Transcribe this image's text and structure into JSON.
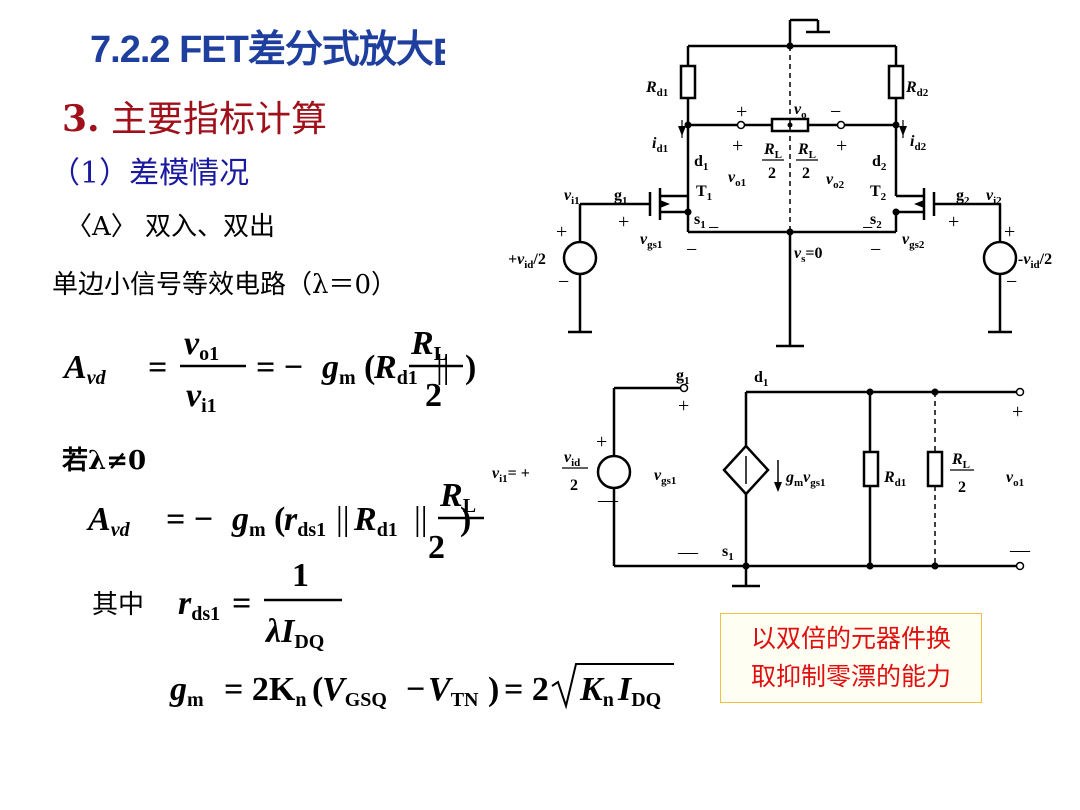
{
  "title": "7.2.2 FET差分式放大",
  "section": {
    "number": "3.",
    "title": "主要指标计算"
  },
  "subsection": "（1）差模情况",
  "case_label": "〈A〉 双入、双出",
  "circuit_label": "单边小信号等效电路（λ＝0）",
  "if_label": "若λ≠0",
  "where_label": "其中",
  "note": {
    "line1": "以双倍的元器件换",
    "line2": "取抑制零漂的能力"
  },
  "equations": {
    "avd_lhs": "A",
    "avd_sub": "vd",
    "vo1": "v",
    "vo1_sub": "o1",
    "vi1": "v",
    "vi1_sub": "i1",
    "gm": "g",
    "gm_sub": "m",
    "rd1": "R",
    "rd1_sub": "d1",
    "rl": "R",
    "rl_sub": "L",
    "two": "2",
    "one": "1",
    "rds1": "r",
    "rds1_sub": "ds1",
    "lambda_i": "λI",
    "idq_sub": "DQ",
    "gm_formula_a": "= 2K",
    "kn_sub": "n",
    "vgsq": "V",
    "vgsq_sub": "GSQ",
    "vtn": "V",
    "vtn_sub": "TN",
    "sqrt_prefix": "= 2",
    "sqrt_body": "K",
    "sqrt_body2": "I"
  },
  "circuit1": {
    "rd1": "R",
    "rd1_sub": "d1",
    "rd2": "R",
    "rd2_sub": "d2",
    "vo": "v",
    "vo_sub": "o",
    "id1": "i",
    "id1_sub": "d1",
    "id2": "i",
    "id2_sub": "d2",
    "d1": "d",
    "d1_sub": "1",
    "d2": "d",
    "d2_sub": "2",
    "vo1": "v",
    "vo1_sub": "o1",
    "vo2": "v",
    "vo2_sub": "o2",
    "rl_half": "R",
    "rl_half_sub": "L",
    "half_den": "2",
    "vi1": "v",
    "vi1_sub": "i1",
    "vi2": "v",
    "vi2_sub": "i2",
    "g1": "g",
    "g1_sub": "1",
    "g2": "g",
    "g2_sub": "2",
    "t1": "T",
    "t1_sub": "1",
    "t2": "T",
    "t2_sub": "2",
    "s1": "s",
    "s1_sub": "1",
    "s2": "s",
    "s2_sub": "2",
    "vgs1": "v",
    "vgs1_sub": "gs1",
    "vgs2": "v",
    "vgs2_sub": "gs2",
    "vs": "v",
    "vs_sub": "s",
    "vs_val": "=0",
    "src_left_pre": "+v",
    "src_left_sub": "id",
    "src_left_post": "/2",
    "src_right_pre": "-v",
    "src_right_sub": "id",
    "src_right_post": "/2",
    "plus": "+",
    "minus": "−"
  },
  "circuit2": {
    "g1": "g",
    "g1_sub": "1",
    "d1": "d",
    "d1_sub": "1",
    "s1": "s",
    "s1_sub": "1",
    "vi1_lhs": "v",
    "vi1_lhs_sub": "i1",
    "vi1_eq": "= +",
    "vid": "v",
    "vid_sub": "id",
    "den": "2",
    "vgs1": "v",
    "vgs1_sub": "gs1",
    "gm": "g",
    "gm_sub": "m",
    "gm_v": "v",
    "gm_v_sub": "gs1",
    "rd1": "R",
    "rd1_sub": "d1",
    "rl": "R",
    "rl_sub": "L",
    "vo1": "v",
    "vo1_sub": "o1",
    "plus": "+",
    "minus": "—"
  }
}
